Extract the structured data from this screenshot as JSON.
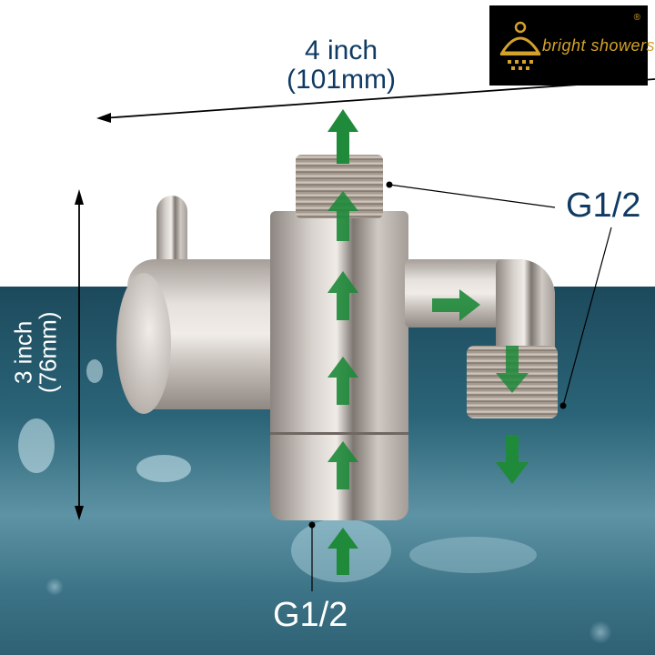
{
  "brand": {
    "name": "bright showers",
    "registered_mark": "®",
    "logo_icon": "shower-head-icon",
    "colors": {
      "logo_bg": "#000000",
      "logo_gold": "#d4a22a"
    }
  },
  "dimensions": {
    "width": {
      "line1": "4 inch",
      "line2": "(101mm)"
    },
    "height": {
      "line1": "3 inch",
      "line2": "(76mm)"
    }
  },
  "callouts": {
    "top_outlet": "G1/2",
    "bottom_inlet": "G1/2"
  },
  "flow_arrows": {
    "color": "#1e8a3a",
    "directions": [
      "up",
      "up",
      "up",
      "up",
      "up",
      "right",
      "down",
      "down"
    ]
  },
  "colors": {
    "dimension_text": "#0f3a63",
    "callout_text_dark": "#0f3a63",
    "callout_text_light": "#ffffff",
    "water_dark": "#1c4a5c",
    "water_mid": "#5d93a4"
  }
}
